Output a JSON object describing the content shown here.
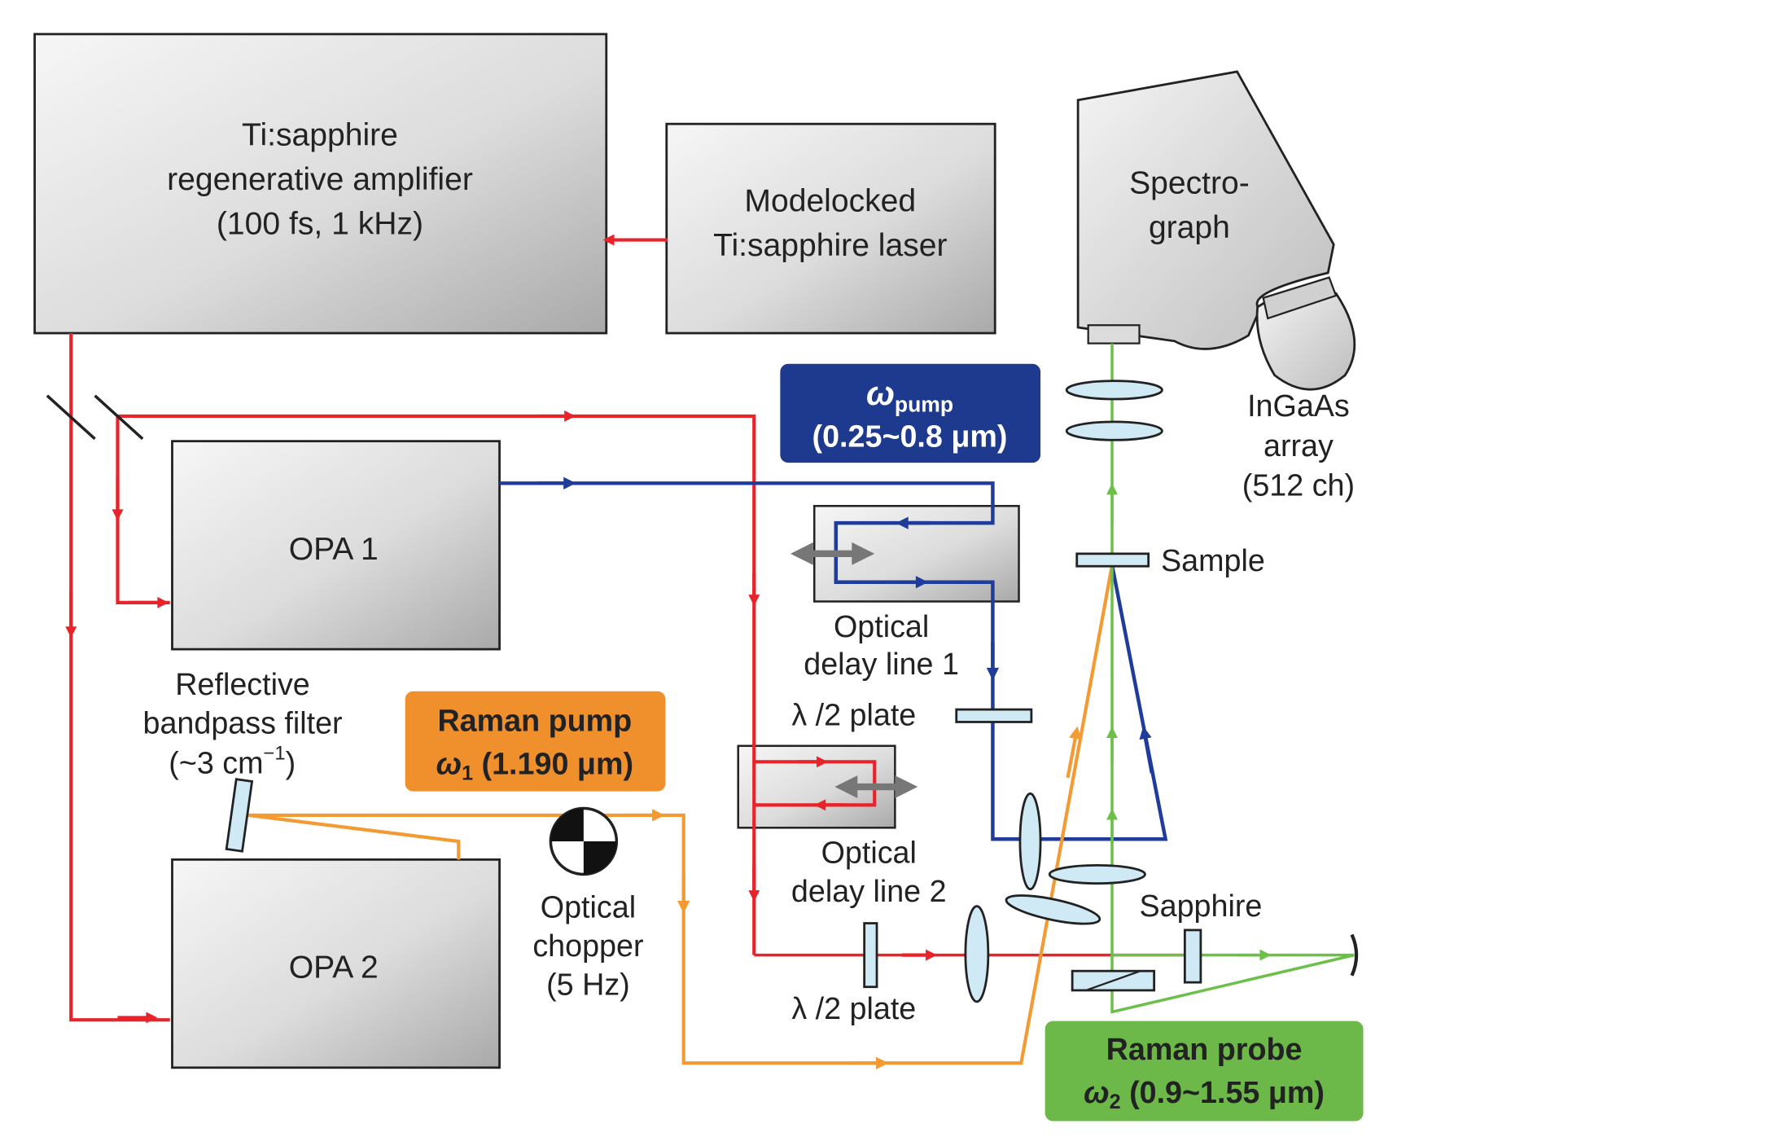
{
  "components": {
    "amplifier": {
      "line1": "Ti:sapphire",
      "line2": "regenerative amplifier",
      "line3": "(100 fs, 1 kHz)"
    },
    "oscillator": {
      "line1": "Modelocked",
      "line2": "Ti:sapphire laser"
    },
    "spectrograph": {
      "line1": "Spectro-",
      "line2": "graph"
    },
    "detector": {
      "line1": "InGaAs",
      "line2": "array",
      "line3": "(512 ch)"
    },
    "opa1": "OPA 1",
    "opa2": "OPA 2",
    "filter": {
      "line1": "Reflective",
      "line2": "bandpass filter",
      "line3": "(~3 cm",
      "sup": "−1",
      "close": ")"
    },
    "chopper": {
      "line1": "Optical",
      "line2": "chopper",
      "line3": "(5 Hz)"
    },
    "delay1": {
      "line1": "Optical",
      "line2": "delay line 1"
    },
    "delay2": {
      "line1": "Optical",
      "line2": "delay line 2"
    },
    "halfwave_upper": "λ /2 plate",
    "halfwave_lower": "λ /2 plate",
    "sample": "Sample",
    "sapphire": "Sapphire"
  },
  "beam_labels": {
    "pump": {
      "symbol": "ω",
      "sub": "pump",
      "range": "(0.25~0.8 μm)"
    },
    "raman_pump": {
      "title": "Raman pump",
      "symbol": "ω",
      "sub": "1",
      "range": "(1.190 μm)"
    },
    "raman_probe": {
      "title": "Raman probe",
      "symbol": "ω",
      "sub": "2",
      "range": "(0.9~1.55 μm)"
    }
  },
  "colors": {
    "fundamental_beam": "#e8232a",
    "pump_beam": "#1f3c9a",
    "raman_pump_beam": "#f39a33",
    "raman_probe_beam": "#6cc04a",
    "pump_label_bg": "#1e3a8f",
    "raman_pump_label_bg": "#f0902d",
    "raman_probe_label_bg": "#6cb849",
    "optic_fill": "#cfe9f5"
  }
}
